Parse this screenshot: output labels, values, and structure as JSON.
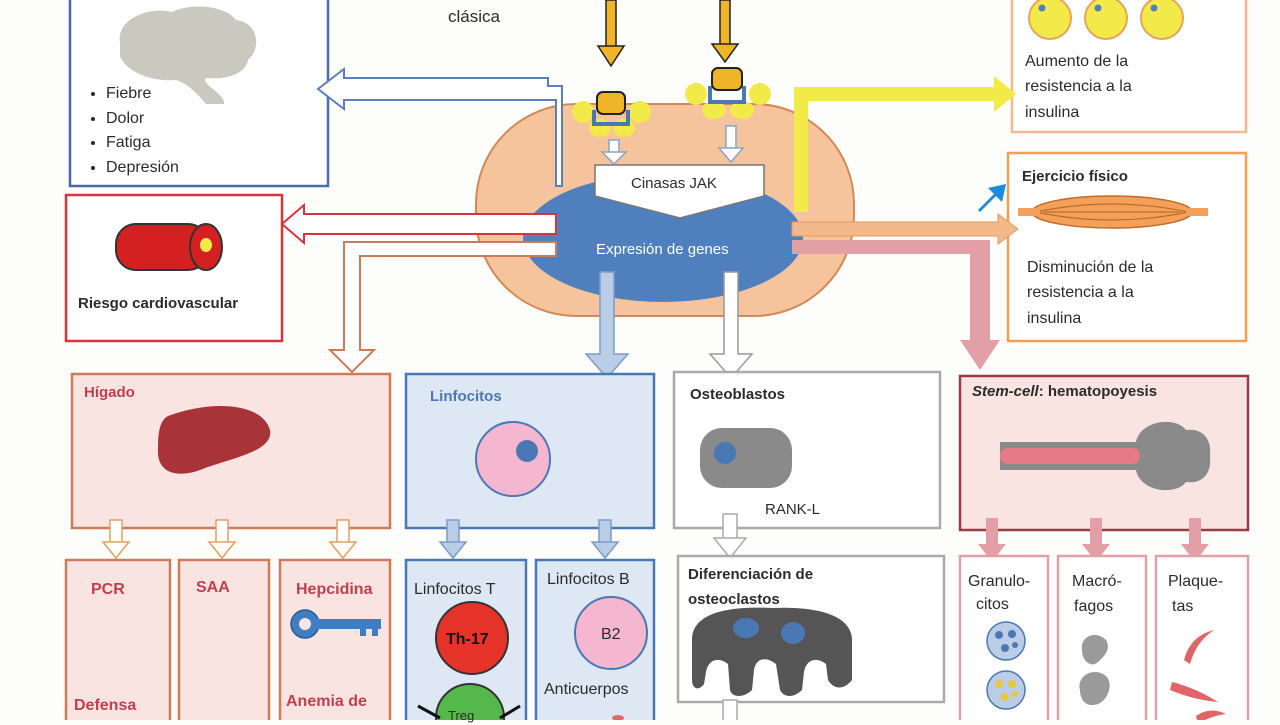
{
  "top": {
    "clasica": "clásica"
  },
  "brain_box": {
    "bullets": [
      "Fiebre",
      "Dolor",
      "Fatiga",
      "Depresión"
    ]
  },
  "cardio": {
    "label": "Riesgo cardiovascular"
  },
  "center": {
    "jak": "Cinasas JAK",
    "genes": "Expresión de genes"
  },
  "insulin_up": {
    "lines": [
      "Aumento de la",
      "resistencia a la",
      "insulina"
    ]
  },
  "exercise": {
    "title": "Ejercicio físico",
    "lines": [
      "Disminución de la",
      "resistencia a la",
      "insulina"
    ]
  },
  "liver": {
    "title": "Hígado",
    "children": [
      {
        "title": "PCR",
        "bottom": "Defensa"
      },
      {
        "title": "SAA",
        "bottom": ""
      },
      {
        "title": "Hepcidina",
        "bottom": "Anemia de"
      }
    ]
  },
  "lympho": {
    "title": "Linfocitos",
    "t_cells": {
      "title": "Linfocitos T",
      "th17": "Th-17",
      "treg": "Treg"
    },
    "b_cells": {
      "title": "Linfocitos B",
      "b2": "B2",
      "antibodies": "Anticuerpos"
    }
  },
  "osteo": {
    "title": "Osteoblastos",
    "rankl": "RANK-L",
    "diff_lines": [
      "Diferenciación de",
      "osteoclastos"
    ]
  },
  "stem": {
    "title_italic": "Stem-cell",
    "title_rest": ": hematopoyesis",
    "children": [
      {
        "lines": [
          "Granulo-",
          "citos"
        ]
      },
      {
        "lines": [
          "Macró-",
          "fagos"
        ]
      },
      {
        "lines": [
          "Plaque-",
          "tas"
        ]
      }
    ]
  },
  "colors": {
    "yellow_arrow": "#f2ea48",
    "orange_arrow": "#f3b98a",
    "pink_arrow": "#e2a0a6",
    "blue_arrow": "#b9cde6",
    "cell_orange": "#f6c49c",
    "nucleus_blue": "#4f80bd",
    "th17_red": "#e63329",
    "treg_green": "#55b84c"
  }
}
